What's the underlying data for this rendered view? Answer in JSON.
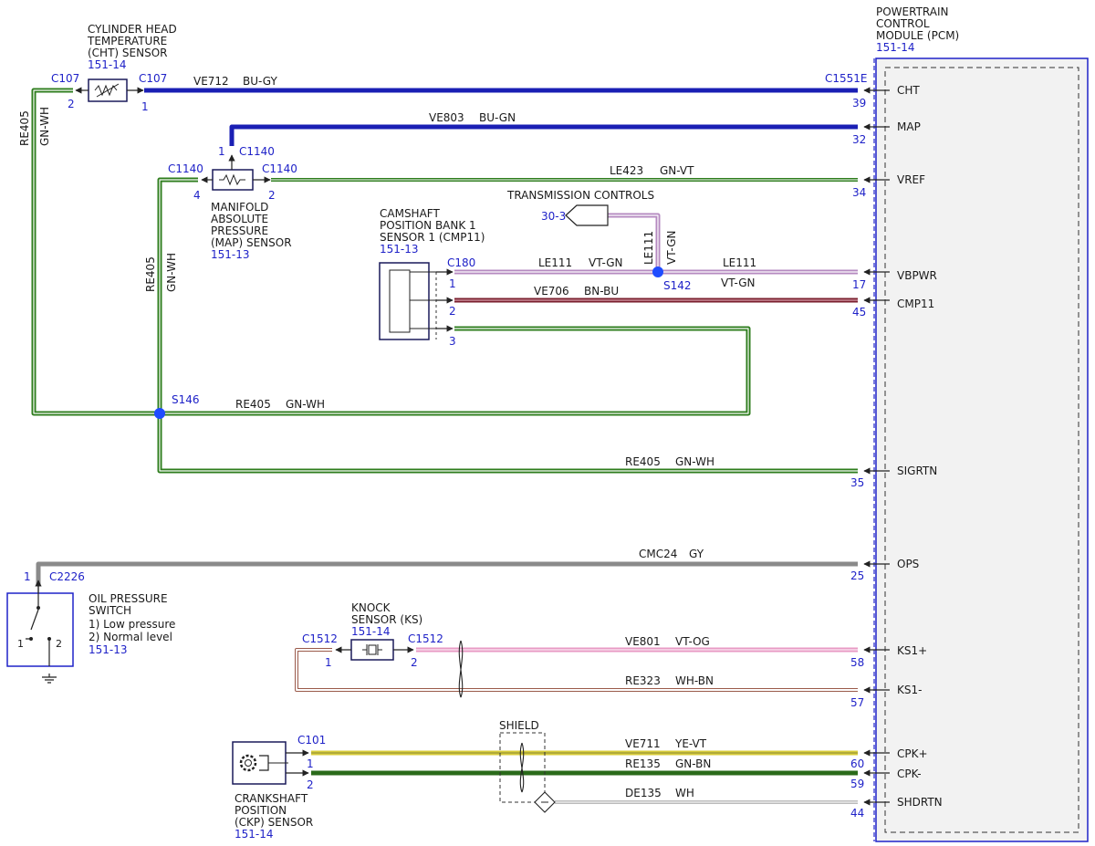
{
  "pcm": {
    "title": [
      "POWERTRAIN",
      "CONTROL",
      "MODULE (PCM)"
    ],
    "ref": "151-14"
  },
  "pins": [
    {
      "id": "cht",
      "pin": "39",
      "label": "CHT"
    },
    {
      "id": "map",
      "pin": "32",
      "label": "MAP"
    },
    {
      "id": "vref",
      "pin": "34",
      "label": "VREF"
    },
    {
      "id": "vbpwr",
      "pin": "17",
      "label": "VBPWR"
    },
    {
      "id": "cmp11",
      "pin": "45",
      "label": "CMP11"
    },
    {
      "id": "sigrtn",
      "pin": "35",
      "label": "SIGRTN"
    },
    {
      "id": "ops",
      "pin": "25",
      "label": "OPS"
    },
    {
      "id": "ks1p",
      "pin": "58",
      "label": "KS1+"
    },
    {
      "id": "ks1m",
      "pin": "57",
      "label": "KS1-"
    },
    {
      "id": "cpkp",
      "pin": "60",
      "label": "CPK+"
    },
    {
      "id": "cpkm",
      "pin": "59",
      "label": "CPK-"
    },
    {
      "id": "shdrtn",
      "pin": "44",
      "label": "SHDRTN"
    }
  ],
  "components": {
    "cht": {
      "title": [
        "CYLINDER HEAD",
        "TEMPERATURE",
        "(CHT) SENSOR"
      ],
      "ref": "151-14"
    },
    "map": {
      "title": [
        "MANIFOLD",
        "ABSOLUTE",
        "PRESSURE",
        "(MAP) SENSOR"
      ],
      "ref": "151-13"
    },
    "cmp": {
      "title": [
        "CAMSHAFT",
        "POSITION BANK 1",
        "SENSOR 1 (CMP11)"
      ],
      "ref": "151-13"
    },
    "ops": {
      "title": [
        "OIL PRESSURE",
        "SWITCH",
        "1) Low pressure",
        "2) Normal level"
      ],
      "ref": "151-13",
      "contact1": "1",
      "contact2": "2"
    },
    "ks": {
      "title": [
        "KNOCK",
        "SENSOR (KS)"
      ],
      "ref": "151-14"
    },
    "ckp": {
      "title": [
        "CRANKSHAFT",
        "POSITION",
        "(CKP) SENSOR"
      ],
      "ref": "151-14"
    },
    "transmission": {
      "title": "TRANSMISSION CONTROLS",
      "ref": "30-3"
    },
    "shield": {
      "title": "SHIELD"
    }
  },
  "connectors": {
    "c107_left": "C107",
    "c107_right": "C107",
    "c1551e": "C1551E",
    "c1140_top": "C1140",
    "c1140_left": "C1140",
    "c1140_right": "C1140",
    "c180": "C180",
    "c2226": "C2226",
    "c1512_left": "C1512",
    "c1512_right": "C1512",
    "c101": "C101"
  },
  "pin_numbers": {
    "c107_left": "2",
    "c107_right": "1",
    "c1140_top": "1",
    "c1140_left": "4",
    "c1140_right": "2",
    "c180_1": "1",
    "c180_2": "2",
    "c180_3": "3",
    "c2226": "1",
    "c1512_left": "1",
    "c1512_right": "2",
    "c101_1": "1",
    "c101_2": "2"
  },
  "splices": {
    "s146": "S146",
    "s142": "S142"
  },
  "wires": {
    "ve712": {
      "circuit": "VE712",
      "color": "BU-GY"
    },
    "ve803": {
      "circuit": "VE803",
      "color": "BU-GN"
    },
    "le423": {
      "circuit": "LE423",
      "color": "GN-VT"
    },
    "le111_a": {
      "circuit": "LE111",
      "color": "VT-GN"
    },
    "le111_b": {
      "circuit": "LE111",
      "color": "VT-GN"
    },
    "le111_c": {
      "circuit": "LE111",
      "color": "VT-GN"
    },
    "ve706": {
      "circuit": "VE706",
      "color": "BN-BU"
    },
    "re405_a": {
      "circuit": "RE405",
      "color": "GN-WH"
    },
    "re405_b": {
      "circuit": "RE405",
      "color": "GN-WH"
    },
    "re405_c": {
      "circuit": "RE405",
      "color": "GN-WH"
    },
    "re405_d": {
      "circuit": "RE405",
      "color": "GN-WH"
    },
    "cmc24": {
      "circuit": "CMC24",
      "color": "GY"
    },
    "ve801": {
      "circuit": "VE801",
      "color": "VT-OG"
    },
    "re323": {
      "circuit": "RE323",
      "color": "WH-BN"
    },
    "ve711": {
      "circuit": "VE711",
      "color": "YE-VT"
    },
    "re135": {
      "circuit": "RE135",
      "color": "GN-BN"
    },
    "de135": {
      "circuit": "DE135",
      "color": "WH"
    }
  },
  "colors": {
    "blue_label": "#1f22c8",
    "wire_blue": "#1a1fb4",
    "wire_green": "#2e7d1d",
    "wire_violet": "#b58ac0",
    "wire_brown": "#7a1f2e",
    "wire_gray": "#8a8a8a",
    "wire_pink": "#e89ac4",
    "wire_yellow": "#d8cc3a",
    "pcm_fill": "#f2f2f2"
  }
}
